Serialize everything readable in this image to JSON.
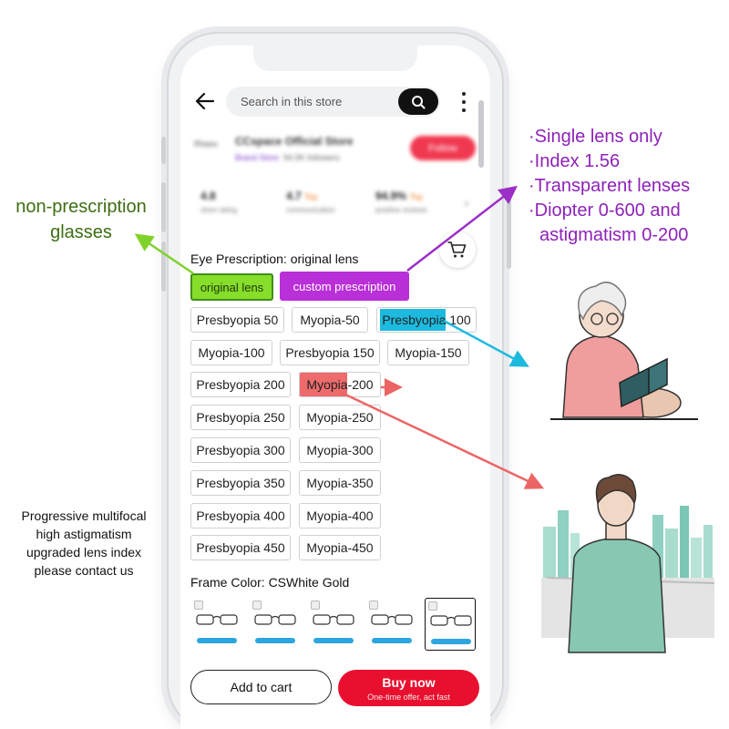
{
  "top_bar": {
    "search_placeholder": "Search in this store"
  },
  "store": {
    "name": "CCspace Official Store",
    "logo_text": "Rheex",
    "badge": "Brand Store",
    "followers": "94.9K followers",
    "follow_label": "Follow",
    "stats": [
      {
        "value": "4.8",
        "hot": "",
        "label": "store rating"
      },
      {
        "value": "4.7",
        "hot": "Top",
        "label": "communication"
      },
      {
        "value": "94.9%",
        "hot": "Top",
        "label": "positive reviews"
      }
    ]
  },
  "prescription": {
    "label": "Eye Prescription: original lens",
    "type_options": [
      "original lens",
      "custom prescription"
    ],
    "selected_type": "original lens",
    "options": [
      "Presbyopia 50",
      "Myopia-50",
      "Presbyopia 100",
      "Myopia-100",
      "Presbyopia 150",
      "Myopia-150",
      "Presbyopia 200",
      "Myopia-200",
      "Presbyopia 250",
      "Myopia-250",
      "Presbyopia 300",
      "Myopia-300",
      "Presbyopia 350",
      "Myopia-350",
      "Presbyopia 400",
      "Myopia-400",
      "Presbyopia 450",
      "Myopia-450"
    ]
  },
  "frame_color": {
    "label": "Frame Color: CSWhite Gold",
    "thumbnail_count": 5,
    "selected_index": 4
  },
  "actions": {
    "add_to_cart": "Add to cart",
    "buy_now": "Buy now",
    "buy_now_sub": "One-time offer, act fast"
  },
  "annotations": {
    "non_prescription": [
      "non-prescription",
      "glasses"
    ],
    "custom_lens_features": [
      "·Single lens only",
      "·Index 1.56",
      "·Transparent lenses",
      "·Diopter 0-600 and",
      "astigmatism 0-200"
    ],
    "contact_note": [
      "Progressive multifocal",
      "high astigmatism",
      "upgraded lens index",
      "please contact us"
    ]
  },
  "colors": {
    "green_highlight": "#86dd2a",
    "purple_highlight": "#b92fd8",
    "cyan_highlight": "#1dbadf",
    "red_highlight": "#ed6b6b",
    "buy_now": "#e8102e",
    "follow": "#f03850"
  },
  "icons": [
    "back-arrow-icon",
    "search-icon",
    "more-vertical-icon",
    "cart-icon",
    "chevron-right-icon"
  ]
}
